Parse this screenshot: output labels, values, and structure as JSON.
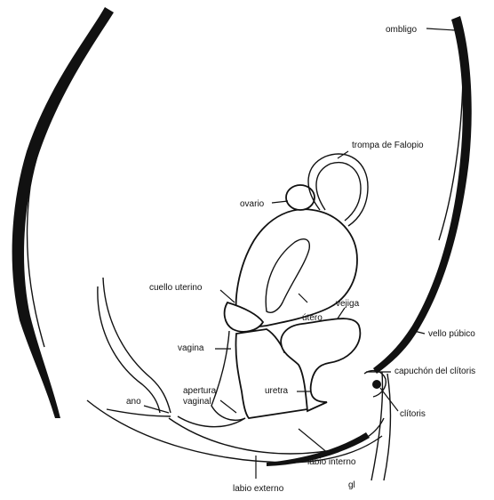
{
  "labels": {
    "ombligo": "ombligo",
    "trompa": "trompa de Falopio",
    "ovario": "ovario",
    "cuello": "cuello uterino",
    "utero": "útero",
    "vejiga": "vejiga",
    "vello": "vello púbico",
    "vagina": "vagina",
    "capuchon": "capuchón del clítoris",
    "ano": "ano",
    "apertura1": "apertura",
    "apertura2": "vaginal",
    "uretra": "uretra",
    "clitoris": "clítoris",
    "labio_interno": "labio interno",
    "labio_externo": "labio externo",
    "signature": "gl"
  }
}
